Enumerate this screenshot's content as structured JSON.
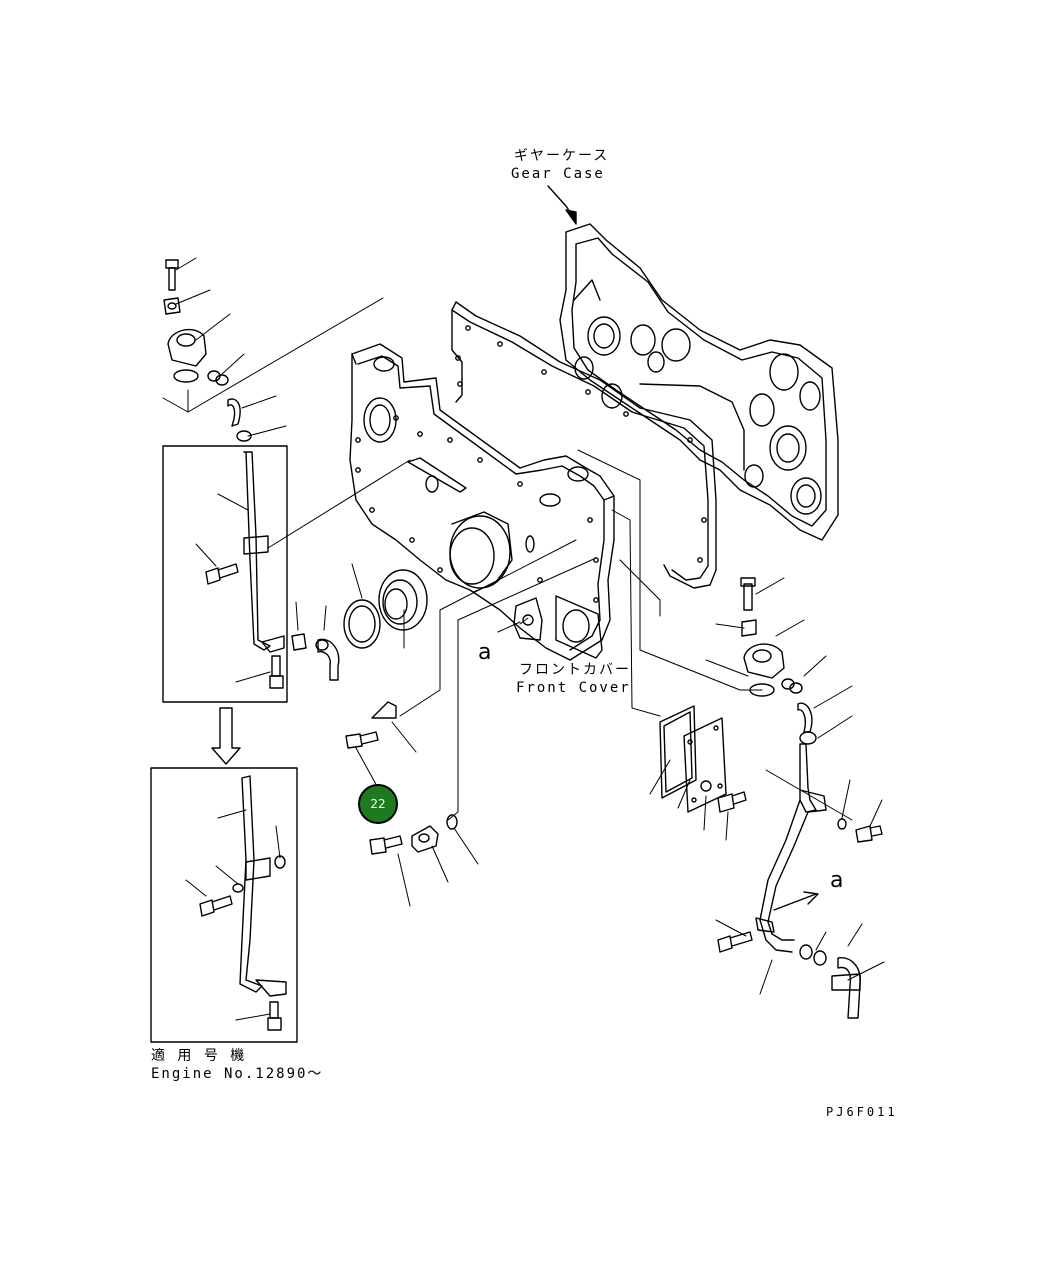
{
  "labels": {
    "gear_case_jp": "ギヤーケース",
    "gear_case_en": "Gear Case",
    "front_cover_jp": "フロントカバー",
    "front_cover_en": "Front Cover",
    "applicable_jp": "適 用 号 機",
    "engine_no": "Engine No.12890～",
    "drawing_code": "PJ6F011",
    "ref_a_1": "a",
    "ref_a_2": "a"
  },
  "callouts": [
    {
      "number": "22",
      "color": "#1e7a1e"
    }
  ],
  "colors": {
    "line": "#000000",
    "background": "#ffffff",
    "callout_fill": "#1e7a1e"
  }
}
